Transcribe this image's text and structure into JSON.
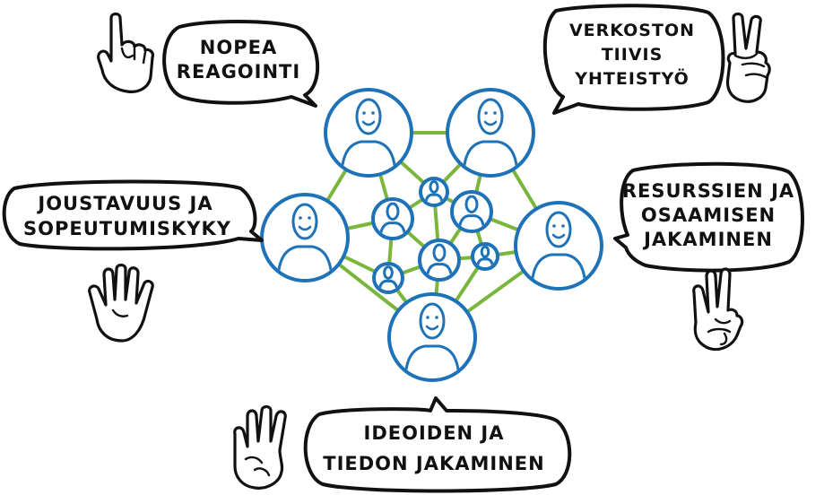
{
  "colors": {
    "network_edge": "#7ab63b",
    "node_stroke": "#1e72b8",
    "outline": "#111111",
    "background": "#ffffff"
  },
  "bubbles": {
    "reagointi": [
      "NOPEA",
      "REAGOINTI"
    ],
    "yhteistyo": [
      "VERKOSTON",
      "TIIVIS",
      "YHTEISTYÖ"
    ],
    "joustavuus": [
      "JOUSTAVUUS JA",
      "SOPEUTUMISKYKY"
    ],
    "resurssit": [
      "RESURSSIEN JA",
      "OSAAMISEN",
      "JAKAMINEN"
    ],
    "ideat": [
      "IDEOIDEN JA",
      "TIEDON JAKAMINEN"
    ]
  },
  "hands": [
    {
      "name": "hand-one-finger-icon",
      "count": 1
    },
    {
      "name": "hand-two-fingers-icon",
      "count": 2
    },
    {
      "name": "hand-five-fingers-icon",
      "count": 5
    },
    {
      "name": "hand-three-fingers-icon",
      "count": 3
    },
    {
      "name": "hand-four-fingers-icon",
      "count": 4
    }
  ],
  "network": {
    "large_nodes": 5,
    "small_nodes": 6
  }
}
